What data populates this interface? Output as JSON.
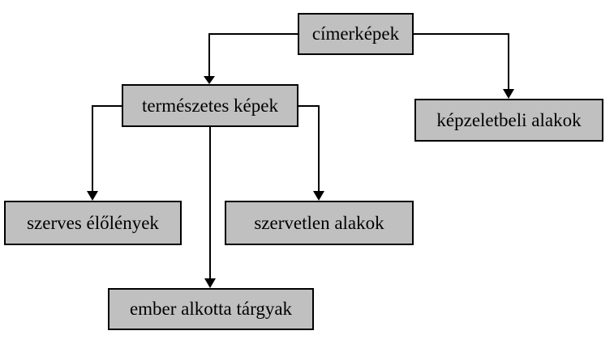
{
  "diagram": {
    "type": "tree",
    "background_color": "#ffffff",
    "node_fill_color": "#c0c0c0",
    "node_border_color": "#000000",
    "connector_color": "#000000",
    "text_color": "#000000",
    "nodes": [
      {
        "id": "cimerkepek",
        "label": "címerképek"
      },
      {
        "id": "termeszetes-kepek",
        "label": "természetes képek"
      },
      {
        "id": "kepzeletbeli-alakok",
        "label": "képzeletbeli alakok"
      },
      {
        "id": "szerves-elolenyek",
        "label": "szerves élőlények"
      },
      {
        "id": "szervetlen-alakok",
        "label": "szervetlen alakok"
      },
      {
        "id": "ember-alkotta-targyak",
        "label": "ember alkotta tárgyak"
      }
    ],
    "edges": [
      {
        "from": "címerképek",
        "to": "természetes képek"
      },
      {
        "from": "címerképek",
        "to": "képzeletbeli alakok"
      },
      {
        "from": "természetes képek",
        "to": "szerves élőlények"
      },
      {
        "from": "természetes képek",
        "to": "szervetlen alakok"
      },
      {
        "from": "természetes képek",
        "to": "ember alkotta tárgyak"
      }
    ]
  }
}
